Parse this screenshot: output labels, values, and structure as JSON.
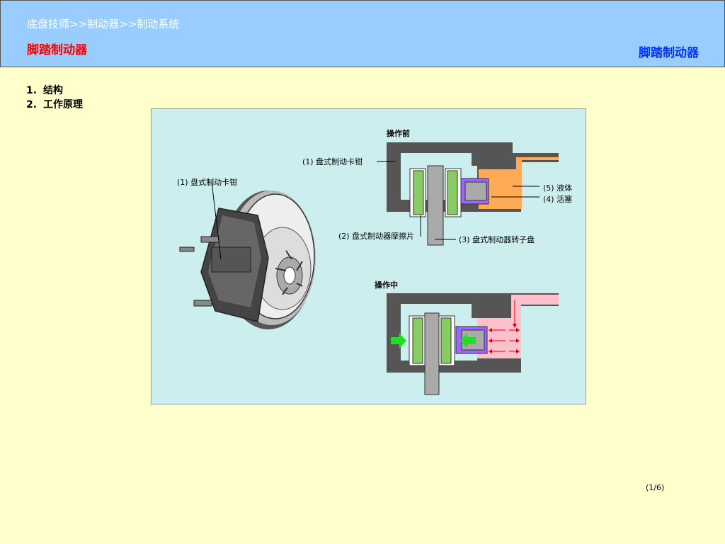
{
  "header": {
    "breadcrumb": "底盘技师>>制动器>>制动系统",
    "title_left": "脚踏制动器",
    "title_right": "脚踏制动器"
  },
  "outline": {
    "items": [
      {
        "num": "1.",
        "label": "结构"
      },
      {
        "num": "2.",
        "label": "工作原理"
      }
    ]
  },
  "figure": {
    "left_callout": "(1) 盘式制动卡钳",
    "before": {
      "title": "操作前",
      "caliper": "(1) 盘式制动卡钳",
      "fluid": "(5) 液体",
      "piston": "(4) 活塞",
      "pad": "(2) 盘式制动器摩擦片",
      "rotor": "(3) 盘式制动器转子盘"
    },
    "during": {
      "title": "操作中"
    }
  },
  "pager": "(1/6)",
  "colors": {
    "header_bg": "#99ccff",
    "page_bg": "#ffffcc",
    "title_left": "#ff0000",
    "title_right": "#0033ff",
    "fluid_before": "#ffaa55",
    "fluid_during": "#ffc0cc",
    "piston": "#9966ff",
    "pad": "#88cc66",
    "arrow": "#22dd22"
  }
}
